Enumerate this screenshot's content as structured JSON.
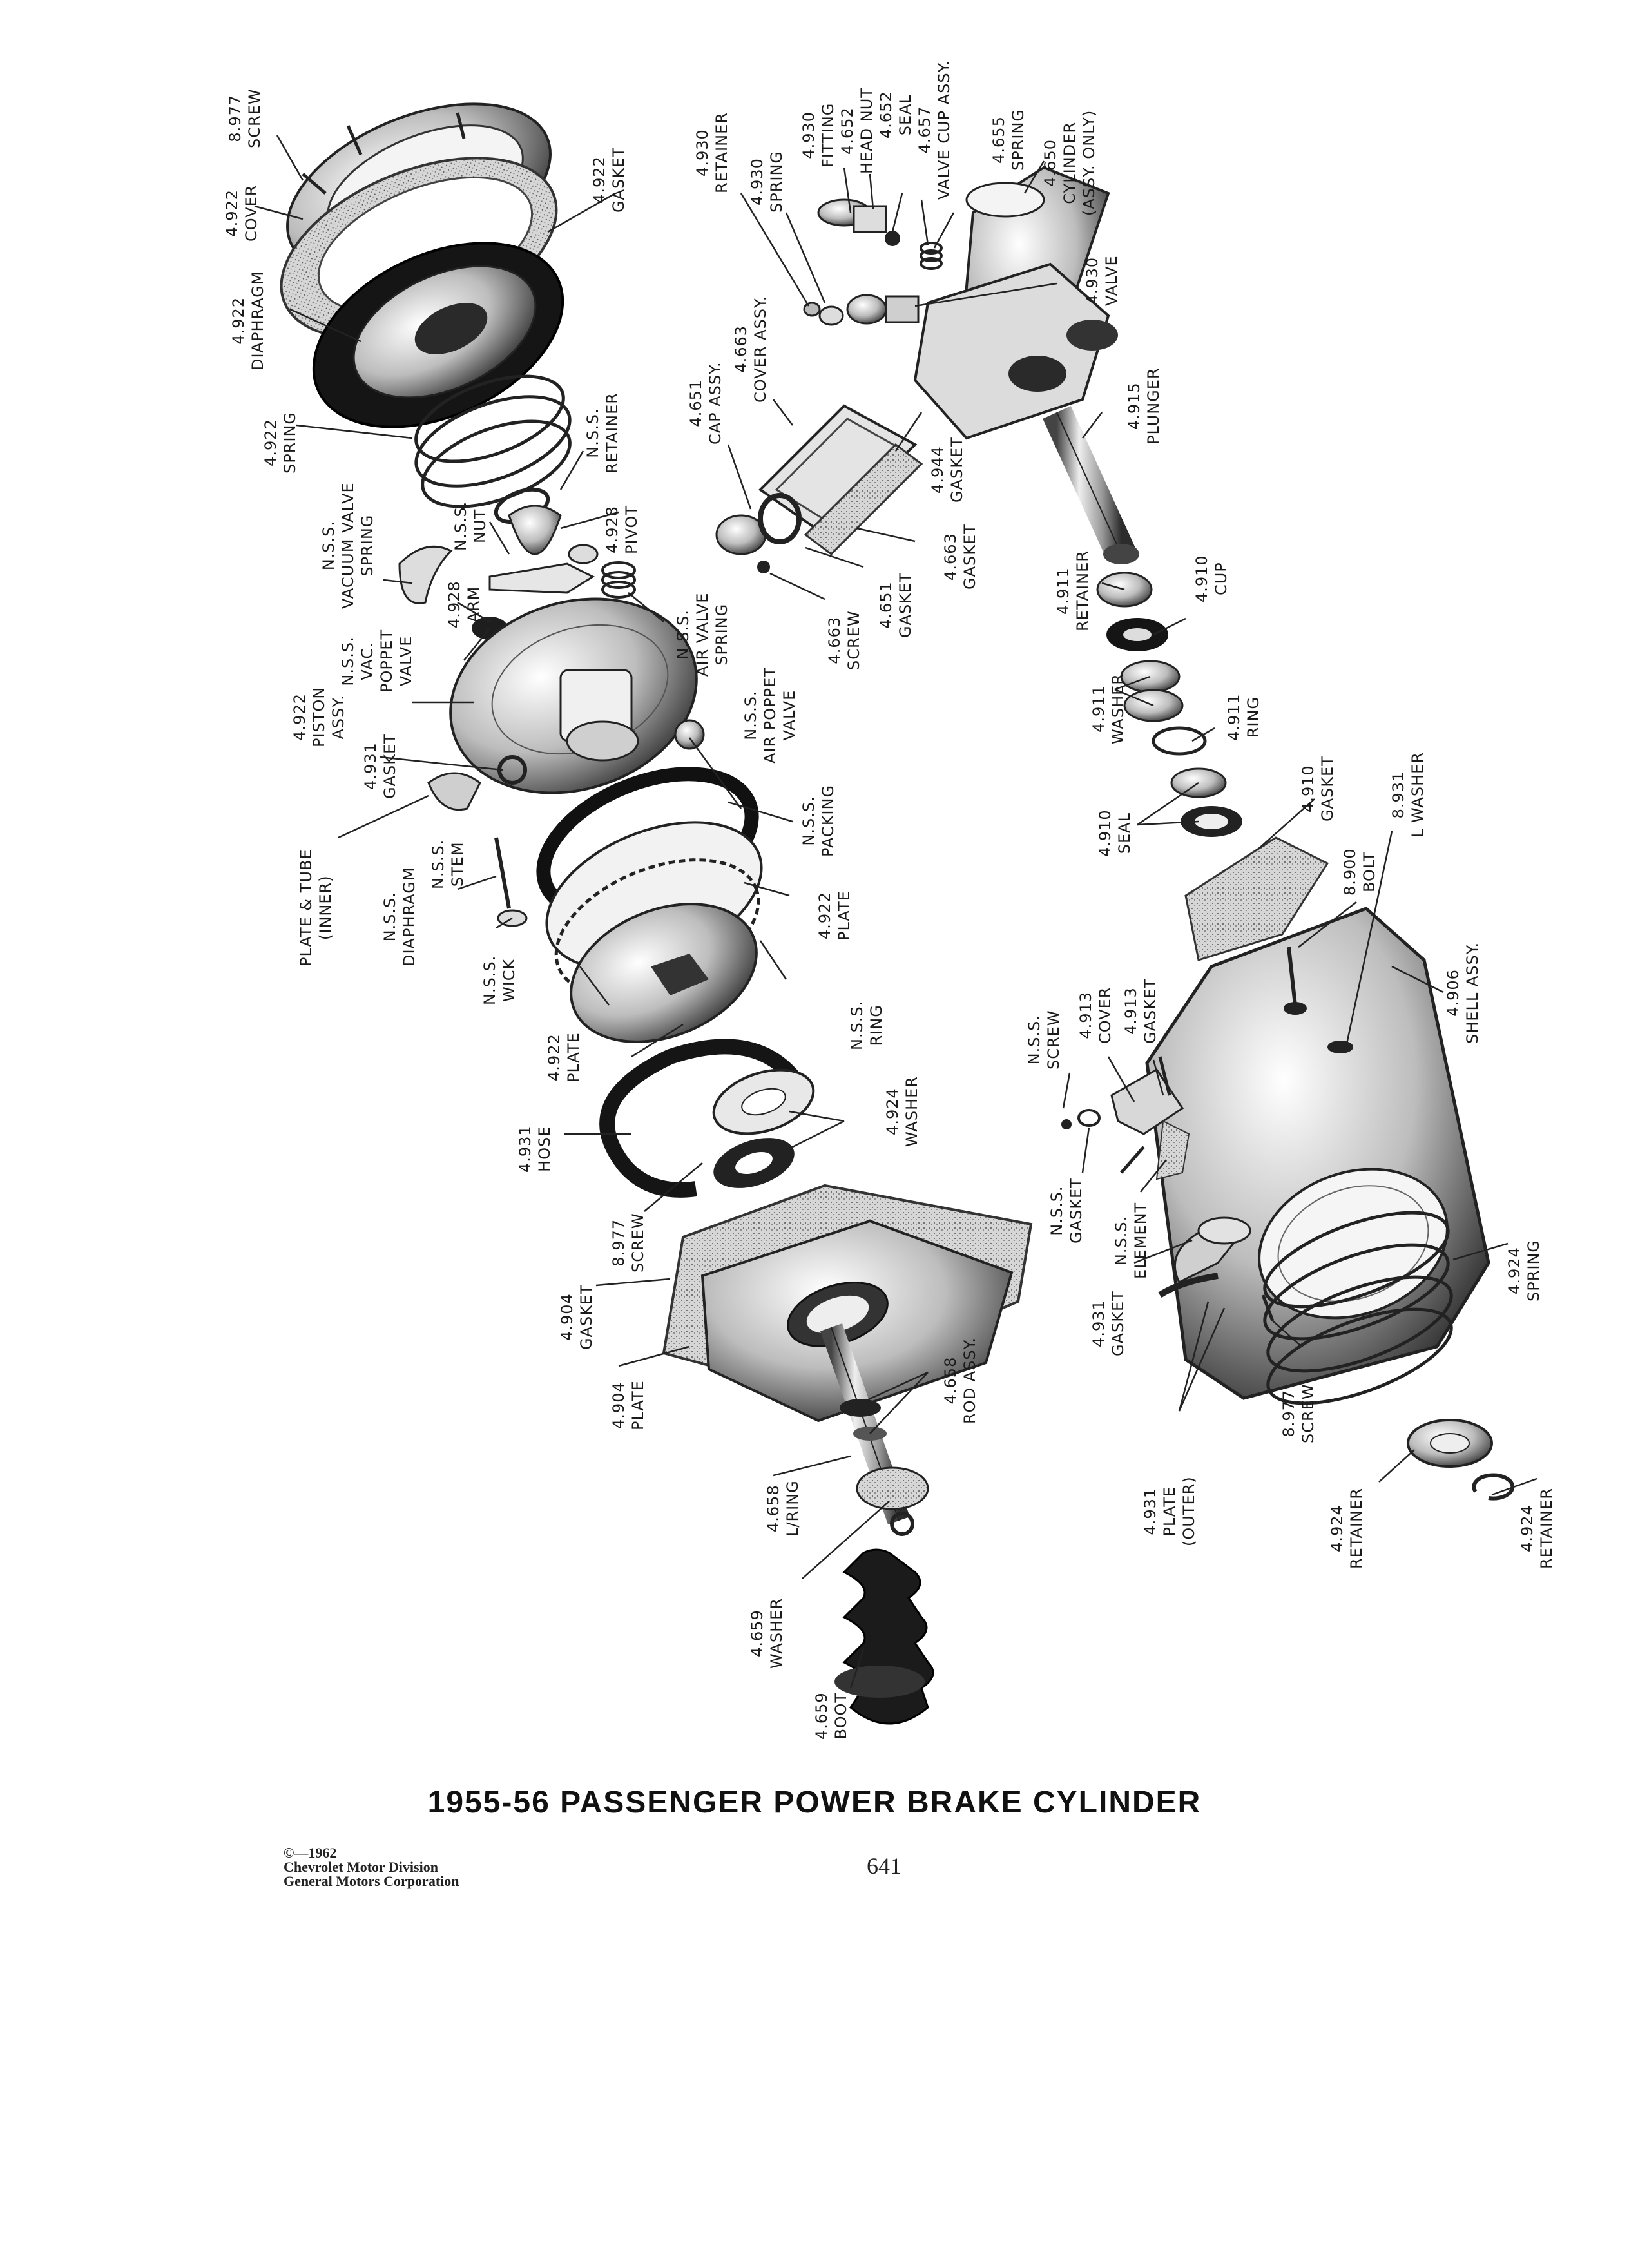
{
  "title": "1955-56 PASSENGER POWER BRAKE CYLINDER",
  "page_number": "641",
  "copyright": {
    "line1": "©—1962",
    "line2": "Chevrolet Motor Division",
    "line3": "General Motors Corporation"
  },
  "callouts": [
    {
      "key": "screw-8977-top",
      "lines": [
        "8.977",
        "SCREW"
      ]
    },
    {
      "key": "cover-4922",
      "lines": [
        "4.922",
        "COVER"
      ]
    },
    {
      "key": "gasket-4922-top",
      "lines": [
        "4.922",
        "GASKET"
      ]
    },
    {
      "key": "diaphragm-4922",
      "lines": [
        "4.922",
        "DIAPHRAGM"
      ]
    },
    {
      "key": "spring-4922",
      "lines": [
        "4.922",
        "SPRING"
      ]
    },
    {
      "key": "retainer-nss-top",
      "lines": [
        "N.S.S.",
        "RETAINER"
      ]
    },
    {
      "key": "nut-nss",
      "lines": [
        "N.S.S.",
        "NUT"
      ]
    },
    {
      "key": "pivot-4928",
      "lines": [
        "4.928",
        "PIVOT"
      ]
    },
    {
      "key": "vacuum-valve-spring-nss",
      "lines": [
        "N.S.S.",
        "VACUUM VALVE",
        "SPRING"
      ]
    },
    {
      "key": "arm-4928",
      "lines": [
        "4.928",
        "ARM"
      ]
    },
    {
      "key": "vac-poppet-valve-nss",
      "lines": [
        "N.S.S.",
        "VAC.",
        "POPPET",
        "VALVE"
      ]
    },
    {
      "key": "air-valve-spring-nss",
      "lines": [
        "N.S.S.",
        "AIR VALVE",
        "SPRING"
      ]
    },
    {
      "key": "piston-assy-4922",
      "lines": [
        "4.922",
        "PISTON",
        "ASSY."
      ]
    },
    {
      "key": "air-poppet-valve-nss",
      "lines": [
        "N.S.S.",
        "AIR POPPET",
        "VALVE"
      ]
    },
    {
      "key": "gasket-4931-upper",
      "lines": [
        "4.931",
        "GASKET"
      ]
    },
    {
      "key": "plate-tube-inner-4931",
      "lines": [
        "PLATE & TUBE",
        "(INNER)"
      ]
    },
    {
      "key": "packing-nss",
      "lines": [
        "N.S.S.",
        "PACKING"
      ]
    },
    {
      "key": "diaphragm-nss",
      "lines": [
        "N.S.S.",
        "DIAPHRAGM"
      ]
    },
    {
      "key": "stem-nss",
      "lines": [
        "N.S.S.",
        "STEM"
      ]
    },
    {
      "key": "plate-4922-upper",
      "lines": [
        "4.922",
        "PLATE"
      ]
    },
    {
      "key": "wick-nss",
      "lines": [
        "N.S.S.",
        "WICK"
      ]
    },
    {
      "key": "ring-nss",
      "lines": [
        "N.S.S.",
        "RING"
      ]
    },
    {
      "key": "plate-4922-lower",
      "lines": [
        "4.922",
        "PLATE"
      ]
    },
    {
      "key": "hose-4931",
      "lines": [
        "4.931",
        "HOSE"
      ]
    },
    {
      "key": "washer-4924",
      "lines": [
        "4.924",
        "WASHER"
      ]
    },
    {
      "key": "screw-8977-mid",
      "lines": [
        "8.977",
        "SCREW"
      ]
    },
    {
      "key": "gasket-4904",
      "lines": [
        "4.904",
        "GASKET"
      ]
    },
    {
      "key": "plate-4904",
      "lines": [
        "4.904",
        "PLATE"
      ]
    },
    {
      "key": "rod-assy-4658",
      "lines": [
        "4.658",
        "ROD ASSY."
      ]
    },
    {
      "key": "lring-4658",
      "lines": [
        "4.658",
        "L/RING"
      ]
    },
    {
      "key": "washer-4659",
      "lines": [
        "4.659",
        "WASHER"
      ]
    },
    {
      "key": "boot-4659",
      "lines": [
        "4.659",
        "BOOT"
      ]
    },
    {
      "key": "retainer-4930",
      "lines": [
        "4.930",
        "RETAINER"
      ]
    },
    {
      "key": "spring-4930",
      "lines": [
        "4.930",
        "SPRING"
      ]
    },
    {
      "key": "fitting-4930",
      "lines": [
        "4.930",
        "FITTING"
      ]
    },
    {
      "key": "head-nut-4652",
      "lines": [
        "4.652",
        "HEAD NUT"
      ]
    },
    {
      "key": "seal-4652",
      "lines": [
        "4.652",
        "SEAL"
      ]
    },
    {
      "key": "valve-cup-assy-4657",
      "lines": [
        "4.657",
        "VALVE CUP ASSY."
      ]
    },
    {
      "key": "spring-4655",
      "lines": [
        "4.655",
        "SPRING"
      ]
    },
    {
      "key": "cylinder-4650",
      "lines": [
        "4.650",
        "CYLINDER",
        "(ASSY. ONLY)"
      ]
    },
    {
      "key": "valve-4930",
      "lines": [
        "4.930",
        "VALVE"
      ]
    },
    {
      "key": "cap-assy-4651",
      "lines": [
        "4.651",
        "CAP ASSY."
      ]
    },
    {
      "key": "cover-assy-4663",
      "lines": [
        "4.663",
        "COVER ASSY."
      ]
    },
    {
      "key": "gasket-4944",
      "lines": [
        "4.944",
        "GASKET"
      ]
    },
    {
      "key": "plunger-4915",
      "lines": [
        "4.915",
        "PLUNGER"
      ]
    },
    {
      "key": "gasket-4663",
      "lines": [
        "4.663",
        "GASKET"
      ]
    },
    {
      "key": "gasket-4651",
      "lines": [
        "4.651",
        "GASKET"
      ]
    },
    {
      "key": "screw-4663",
      "lines": [
        "4.663",
        "SCREW"
      ]
    },
    {
      "key": "retainer-4911",
      "lines": [
        "4.911",
        "RETAINER"
      ]
    },
    {
      "key": "cup-4910",
      "lines": [
        "4.910",
        "CUP"
      ]
    },
    {
      "key": "washer-4911",
      "lines": [
        "4.911",
        "WASHER"
      ]
    },
    {
      "key": "ring-4911",
      "lines": [
        "4.911",
        "RING"
      ]
    },
    {
      "key": "seal-4910",
      "lines": [
        "4.910",
        "SEAL"
      ]
    },
    {
      "key": "gasket-4910",
      "lines": [
        "4.910",
        "GASKET"
      ]
    },
    {
      "key": "bolt-8900",
      "lines": [
        "8.900",
        "BOLT"
      ]
    },
    {
      "key": "lwasher-8931",
      "lines": [
        "8.931",
        "L WASHER"
      ]
    },
    {
      "key": "screw-nss-lower",
      "lines": [
        "N.S.S.",
        "SCREW"
      ]
    },
    {
      "key": "cover-4913",
      "lines": [
        "4.913",
        "COVER"
      ]
    },
    {
      "key": "gasket-4913",
      "lines": [
        "4.913",
        "GASKET"
      ]
    },
    {
      "key": "shell-assy-4906",
      "lines": [
        "4.906",
        "SHELL ASSY."
      ]
    },
    {
      "key": "gasket-nss-lower",
      "lines": [
        "N.S.S.",
        "GASKET"
      ]
    },
    {
      "key": "element-nss",
      "lines": [
        "N.S.S.",
        "ELEMENT"
      ]
    },
    {
      "key": "gasket-4931-lower",
      "lines": [
        "4.931",
        "GASKET"
      ]
    },
    {
      "key": "spring-4924",
      "lines": [
        "4.924",
        "SPRING"
      ]
    },
    {
      "key": "screw-8977-lower",
      "lines": [
        "8.977",
        "SCREW"
      ]
    },
    {
      "key": "plate-outer-4931",
      "lines": [
        "4.931",
        "PLATE",
        "(OUTER)"
      ]
    },
    {
      "key": "retainer-4924-a",
      "lines": [
        "4.924",
        "RETAINER"
      ]
    },
    {
      "key": "retainer-4924-b",
      "lines": [
        "4.924",
        "RETAINER"
      ]
    }
  ]
}
